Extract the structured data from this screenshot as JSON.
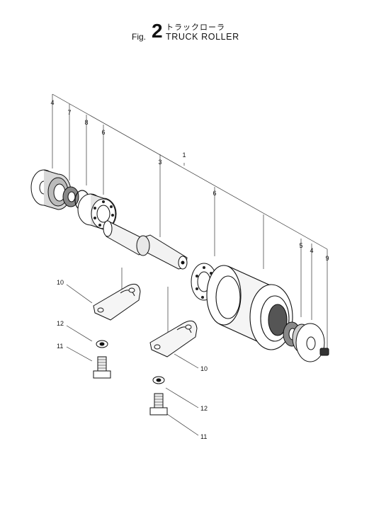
{
  "title": {
    "prefix": "Fig.",
    "number": "2",
    "japanese": "トラックローラ",
    "english": "TRUCK ROLLER"
  },
  "callouts": [
    {
      "id": "c1",
      "label": "1"
    },
    {
      "id": "c3",
      "label": "3"
    },
    {
      "id": "c4a",
      "label": "4"
    },
    {
      "id": "c7",
      "label": "7"
    },
    {
      "id": "c8",
      "label": "8"
    },
    {
      "id": "c6a",
      "label": "6"
    },
    {
      "id": "c6b",
      "label": "6"
    },
    {
      "id": "c5",
      "label": "5"
    },
    {
      "id": "c4b",
      "label": "4"
    },
    {
      "id": "c9",
      "label": "9"
    },
    {
      "id": "c10a",
      "label": "10"
    },
    {
      "id": "c10b",
      "label": "10"
    },
    {
      "id": "c12a",
      "label": "12"
    },
    {
      "id": "c12b",
      "label": "12"
    },
    {
      "id": "c11a",
      "label": "11"
    },
    {
      "id": "c11b",
      "label": "11"
    }
  ]
}
